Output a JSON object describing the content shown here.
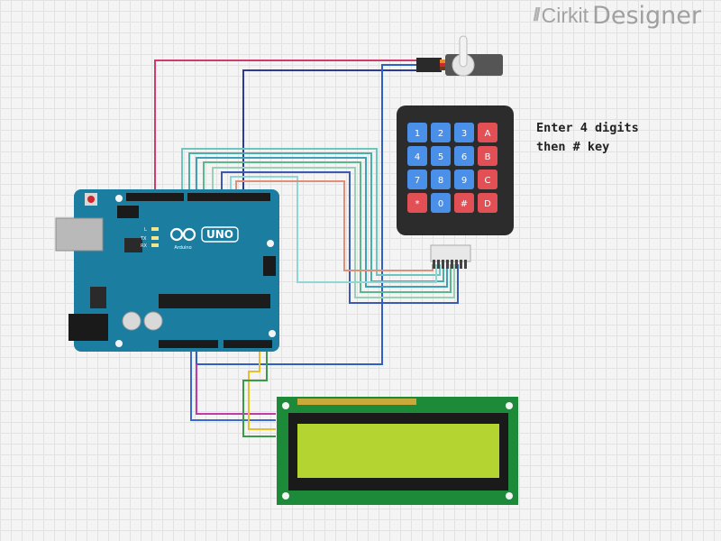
{
  "app": {
    "brand": "Cirkit",
    "brand_suffix": "Designer",
    "logo_icon": "cirkit-logo-icon"
  },
  "annotation": {
    "line1": "Enter 4 digits",
    "line2": "then # key"
  },
  "components": {
    "arduino": {
      "logo_text": "UNO",
      "brand": "Arduino",
      "label_tx": "TX",
      "label_rx": "RX",
      "label_l": "L",
      "board_color": "#1b7ea0"
    },
    "keypad": {
      "keys": [
        "1",
        "2",
        "3",
        "A",
        "4",
        "5",
        "6",
        "B",
        "7",
        "8",
        "9",
        "C",
        "*",
        "0",
        "#",
        "D"
      ],
      "blue_key_color": "#4a8fe8",
      "red_key_color": "#e24f55"
    },
    "lcd": {
      "screen_color": "#b4d432",
      "board_color": "#1d8a3a"
    },
    "servo": {
      "body_color": "#555555"
    }
  }
}
